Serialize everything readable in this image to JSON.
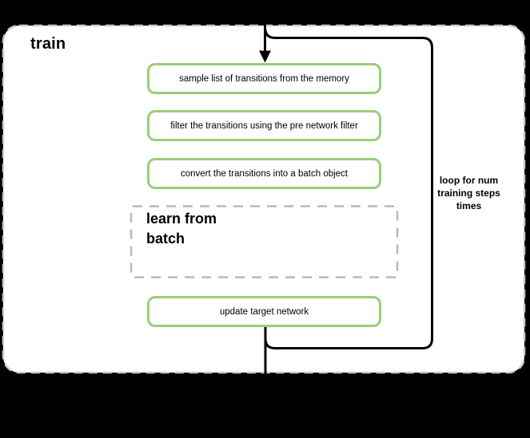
{
  "canvas": {
    "background_color": "#000000"
  },
  "train_container": {
    "title": "train",
    "fill_color": "#ffffff",
    "border_color": "#cacaca",
    "border_style": "dashed"
  },
  "flow": {
    "steps": [
      {
        "label": "sample list of transitions from the memory"
      },
      {
        "label": "filter the transitions using the pre network filter"
      },
      {
        "label": "convert the transitions into a batch object"
      }
    ],
    "sub_process": {
      "lines": [
        "learn from",
        "batch"
      ],
      "border_color": "#b9b9b9",
      "border_style": "dashed"
    },
    "final_step": {
      "label": "update target network"
    },
    "step_border_color": "#97d077",
    "arrow_color": "#000000"
  },
  "loop": {
    "note_lines": [
      "loop for num",
      "training steps",
      "times"
    ],
    "border_color": "#000000"
  }
}
